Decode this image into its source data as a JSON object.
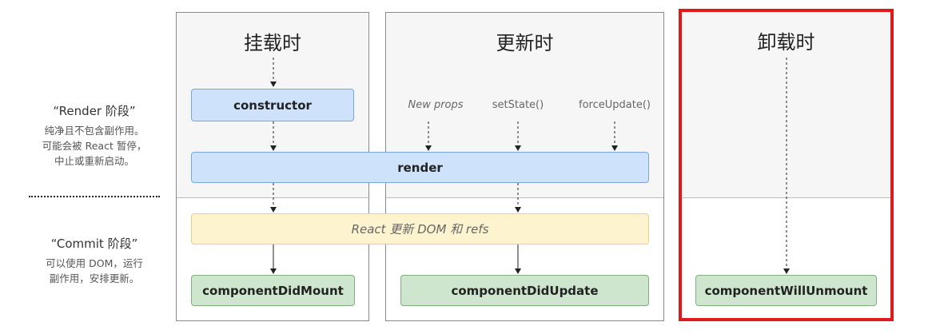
{
  "phases": {
    "render": {
      "title": "“Render 阶段”",
      "desc": [
        "纯净且不包含副作用。",
        "可能会被 React 暂停，",
        "中止或重新启动。"
      ]
    },
    "commit": {
      "title": "“Commit 阶段”",
      "desc": [
        "可以使用 DOM，运行",
        "副作用，安排更新。"
      ]
    }
  },
  "columns": {
    "mount": {
      "title": "挂载时"
    },
    "update": {
      "title": "更新时"
    },
    "unmount": {
      "title": "卸载时"
    }
  },
  "triggers": {
    "new_props": "New props",
    "set_state": "setState()",
    "force_update": "forceUpdate()"
  },
  "methods": {
    "constructor": "constructor",
    "render": "render",
    "react_update_dom": "React 更新 DOM 和 refs",
    "component_did_mount": "componentDidMount",
    "component_did_update": "componentDidUpdate",
    "component_will_unmount": "componentWillUnmount"
  },
  "colors": {
    "highlight_border": "#e0191d",
    "render_box": "#cfe2fc",
    "commit_box": "#fdf3cf",
    "lifecycle_box": "#cfe6ce"
  }
}
